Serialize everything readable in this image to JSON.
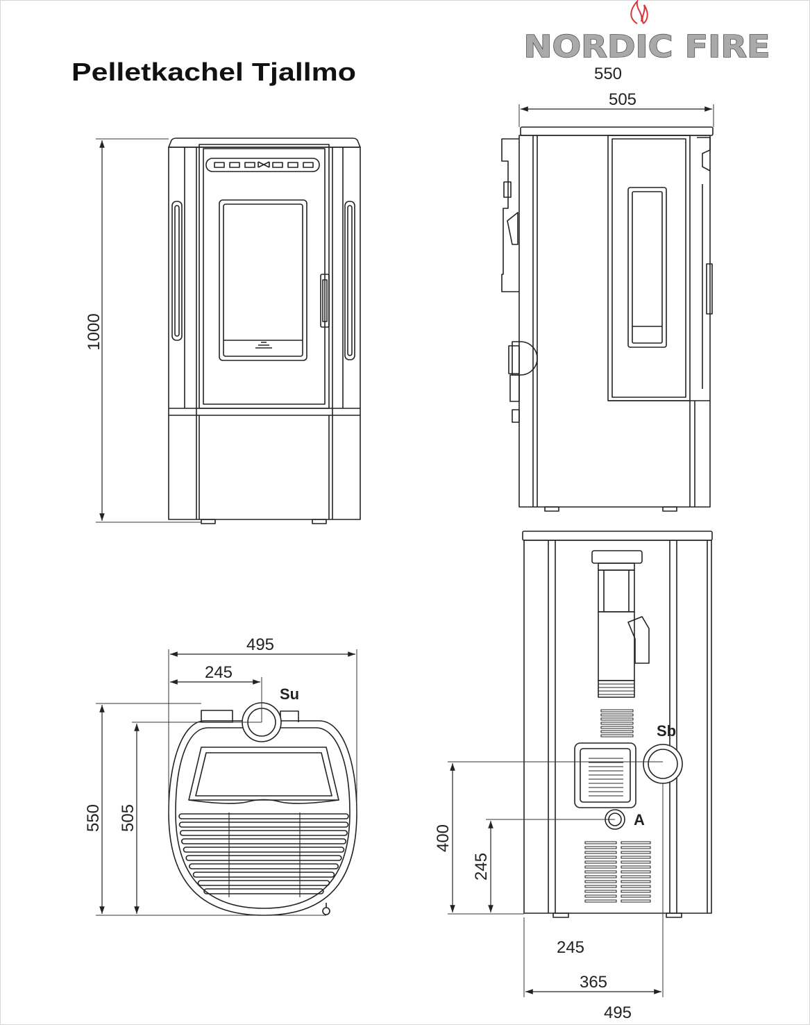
{
  "title": "Pelletkachel Tjallmo",
  "brand": {
    "name": "NORDIC FIRE",
    "logo_color": "#a9a9a9",
    "flame_color": "#d9343a",
    "icon": "flame-icon"
  },
  "front_view": {
    "height_label": "1000"
  },
  "side_view": {
    "overall_width_label": "550",
    "body_width_label": "505"
  },
  "top_view": {
    "width_label": "495",
    "flue_offset_label": "245",
    "flue_label": "Su",
    "depth_label": "550",
    "body_depth_label": "505"
  },
  "back_view": {
    "flue_label": "Sb",
    "air_inlet_label": "A",
    "flue_height_label": "400",
    "air_height_label": "245",
    "air_offset_label": "245",
    "flue_offset_label": "365",
    "width_label": "495"
  },
  "colors": {
    "line": "#222222",
    "background": "#ffffff"
  }
}
